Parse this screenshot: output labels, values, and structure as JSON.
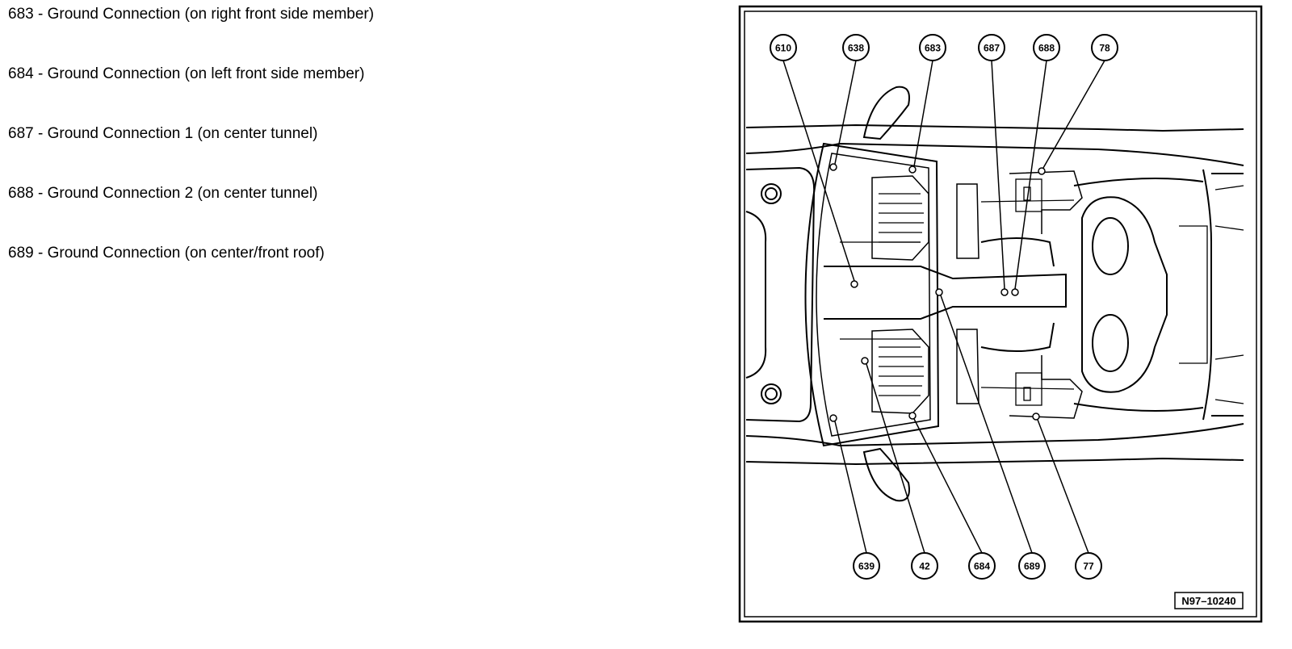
{
  "legend": [
    {
      "code": "683",
      "text": "683 - Ground Connection (on right front side member)"
    },
    {
      "code": "684",
      "text": "684 - Ground Connection (on left front side member)"
    },
    {
      "code": "687",
      "text": "687 - Ground Connection 1 (on center tunnel)"
    },
    {
      "code": "688",
      "text": "688 - Ground Connection 2 (on center tunnel)"
    },
    {
      "code": "689",
      "text": "689 - Ground Connection (on center/front roof)"
    }
  ],
  "callouts_top": [
    "610",
    "638",
    "683",
    "687",
    "688",
    "78"
  ],
  "callouts_bottom": [
    "639",
    "42",
    "684",
    "689",
    "77"
  ],
  "figure_ref": "N97–10240"
}
